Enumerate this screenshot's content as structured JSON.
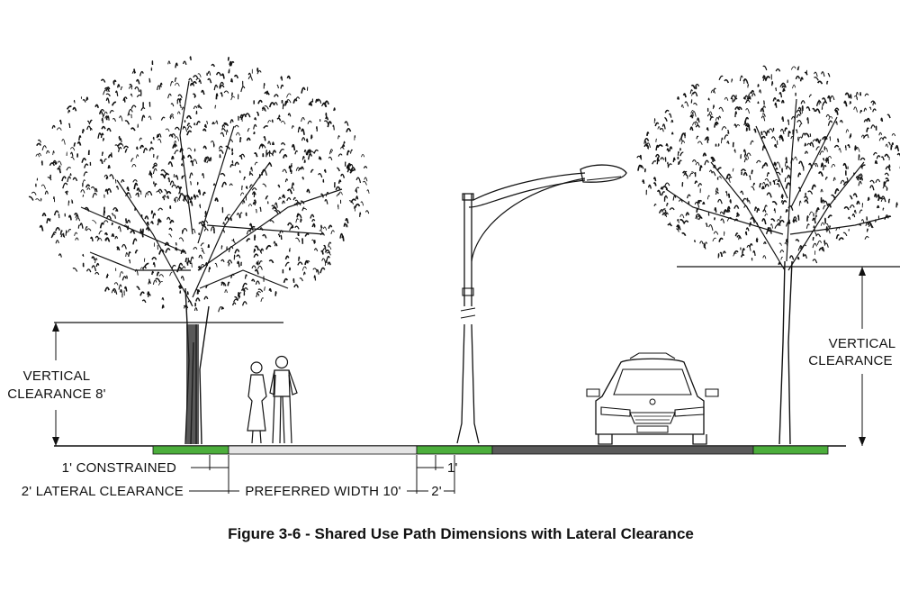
{
  "labels": {
    "left_vertical_clearance": [
      "VERTICAL",
      "CLEARANCE 8'"
    ],
    "right_vertical_clearance": [
      "VERTICAL",
      "CLEARANCE"
    ],
    "constrained": "1' CONSTRAINED",
    "lateral_clearance": "2' LATERAL CLEARANCE",
    "preferred_width": "PREFERRED WIDTH 10'",
    "right_lateral": "2'",
    "right_constrained": "1'"
  },
  "caption": "Figure 3-6 - Shared Use Path Dimensions with Lateral Clearance",
  "colors": {
    "grass": "#4cae3c",
    "path": "#e4e4e4",
    "roadway": "#5a5a5a",
    "ink": "#111111"
  }
}
